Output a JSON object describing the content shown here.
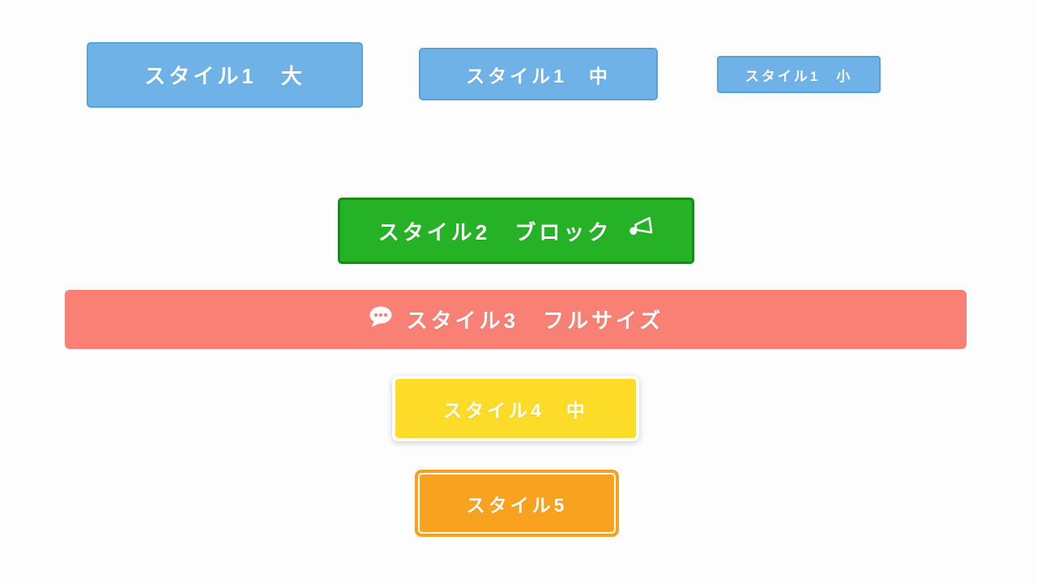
{
  "page": {
    "description": "Button style samples",
    "background_color": "#fdfdfd",
    "text_color": "#ffffff"
  },
  "buttons": [
    {
      "label": "スタイル1　大",
      "style": "style1",
      "size": "large",
      "color": "#6fb2e8",
      "border_color": "#58a2da",
      "text_color": "#ffffff"
    },
    {
      "label": "スタイル1　中",
      "style": "style1",
      "size": "medium",
      "color": "#6fb2e8",
      "border_color": "#58a2da",
      "text_color": "#ffffff"
    },
    {
      "label": "スタイル1　小",
      "style": "style1",
      "size": "small",
      "color": "#6fb2e8",
      "border_color": "#58a2da",
      "text_color": "#ffffff"
    },
    {
      "label": "スタイル2　ブロック",
      "style": "style2",
      "size": "block",
      "icon": "megaphone-icon",
      "color": "#26b226",
      "border_color": "#128e12",
      "text_color": "#ffffff"
    },
    {
      "label": "スタイル3　フルサイズ",
      "style": "style3",
      "size": "full",
      "icon": "speech-bubble-icon",
      "color": "#f98075",
      "text_color": "#ffffff"
    },
    {
      "label": "スタイル4　中",
      "style": "style4",
      "size": "medium",
      "color": "#fcdc29",
      "border_color": "#ffffff",
      "text_color": "#ffffff"
    },
    {
      "label": "スタイル5",
      "style": "style5",
      "size": "medium",
      "color": "#f9a21f",
      "border_color": "#ffffff",
      "text_color": "#ffffff"
    }
  ]
}
